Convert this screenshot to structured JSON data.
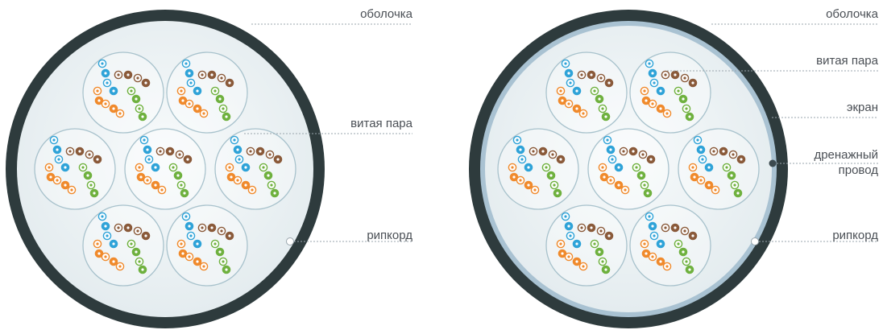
{
  "diagrams": [
    {
      "name": "unshielded-cable",
      "labels": {
        "jacket": "оболочка",
        "twisted_pair": "витая пара",
        "ripcord": "рипкорд"
      }
    },
    {
      "name": "shielded-cable",
      "labels": {
        "jacket": "оболочка",
        "twisted_pair": "витая пара",
        "shield": "экран",
        "drain_wire_1": "дренажный",
        "drain_wire_2": "провод",
        "ripcord": "рипкорд"
      }
    }
  ],
  "colors": {
    "jacket": "#2e3b3d",
    "shield": "#a9c2d2",
    "fill": "#eef3f5",
    "bundle_stroke": "#a8c2cc",
    "blue": "#2fa3d8",
    "brown": "#8a5a3a",
    "orange": "#f08a2c",
    "green": "#6fb13f",
    "leader": "#9aa6ad",
    "text": "#4a4f55"
  },
  "wire_order": [
    "blue",
    "brown",
    "orange",
    "green"
  ]
}
